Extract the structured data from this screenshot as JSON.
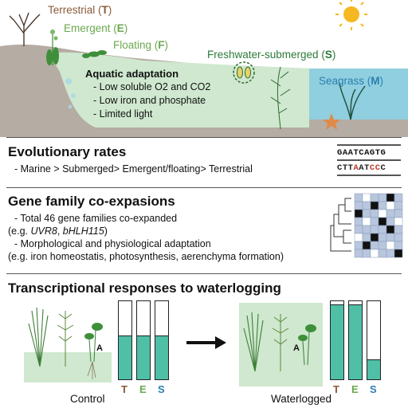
{
  "habitat": {
    "terrestrial": {
      "name": "Terrestrial",
      "code": "T",
      "color": "#8a5a3a"
    },
    "emergent": {
      "name": "Emergent",
      "code": "E",
      "color": "#6aa84f"
    },
    "floating": {
      "name": "Floating",
      "code": "F",
      "color": "#6aa84f"
    },
    "submerged": {
      "name": "Freshwater-submerged",
      "code": "S",
      "color": "#2d7a3a"
    },
    "seagrass": {
      "name": "Seagrass",
      "code": "M",
      "color": "#2b7fb0"
    }
  },
  "adaptation": {
    "title": "Aquatic adaptation",
    "items": [
      "- Low soluble O2 and CO2",
      "- Low iron and phosphate",
      "- Limited light"
    ]
  },
  "evolutionary_rates": {
    "title": "Evolutionary rates",
    "text": "- Marine > Submerged> Emergent/floating> Terrestrial",
    "seq_top": [
      "G",
      "A",
      "A",
      "T",
      "C",
      "A",
      "G",
      "T",
      "G"
    ],
    "seq_bottom": [
      "C",
      "T",
      "T",
      "A",
      "A",
      "T",
      "C",
      "C",
      "C"
    ],
    "seq_bottom_colors": [
      "#222",
      "#222",
      "#222",
      "#c0392b",
      "#222",
      "#222",
      "#c0392b",
      "#c0392b",
      "#222"
    ]
  },
  "gene_family": {
    "title": "Gene family co-expasions",
    "line1": "- Total 46 gene families co-expanded",
    "line2_prefix": "(e.g. ",
    "gene1": "UVR8",
    "sep": ", ",
    "gene2": "bHLH115",
    "line2_suffix": ")",
    "line3": "- Morphological and physiological adaptation",
    "line4": "(e.g. iron homeostatis, photosynthesis, aerenchyma formation)"
  },
  "transcriptional": {
    "title": "Transcriptional responses to waterlogging",
    "control_label": "Control",
    "waterlogged_label": "Waterlogged",
    "plant_marker": "A",
    "control_fill": [
      0.55,
      0.55,
      0.55
    ],
    "waterlogged_fill": [
      0.95,
      0.95,
      0.25
    ],
    "bar_labels": [
      "T",
      "E",
      "S"
    ],
    "bar_label_colors": [
      "#8a5a3a",
      "#6aa84f",
      "#2b7fb0"
    ]
  },
  "colors": {
    "water": "#cfe8cf",
    "sea": "#8fcfdf",
    "ground": "#b5aca3",
    "fill_teal": "#4fbfa6",
    "sun": "#f6b820"
  }
}
